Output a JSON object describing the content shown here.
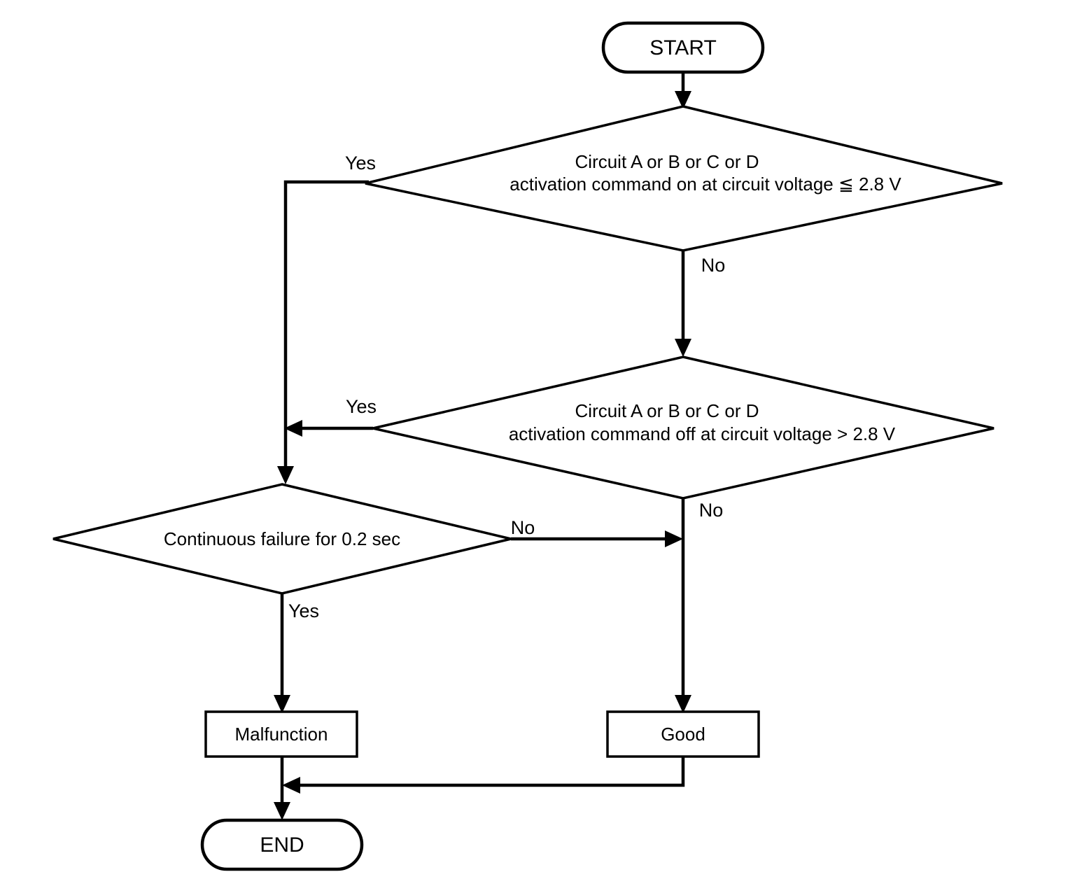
{
  "diagram": {
    "type": "flowchart",
    "title": "Circuit activation command diagnostic flow",
    "background_color": "#ffffff",
    "line_color": "#000000",
    "text_color": "#000000"
  },
  "nodes": {
    "start": {
      "label": "START",
      "shape": "terminal"
    },
    "decision1": {
      "line1": "Circuit A or B or C or D",
      "line2": "activation command on at circuit voltage ≦ 2.8 V",
      "shape": "decision"
    },
    "decision2": {
      "line1": "Circuit A or B or C or D",
      "line2": "activation command off at circuit voltage > 2.8 V",
      "shape": "decision"
    },
    "decision3": {
      "line1": "Continuous failure for 0.2 sec",
      "shape": "decision"
    },
    "malfunction": {
      "label": "Malfunction",
      "shape": "process"
    },
    "good": {
      "label": "Good",
      "shape": "process"
    },
    "end": {
      "label": "END",
      "shape": "terminal"
    }
  },
  "edge_labels": {
    "d1_yes": "Yes",
    "d1_no": "No",
    "d2_yes": "Yes",
    "d2_no": "No",
    "d3_no": "No",
    "d3_yes": "Yes"
  }
}
